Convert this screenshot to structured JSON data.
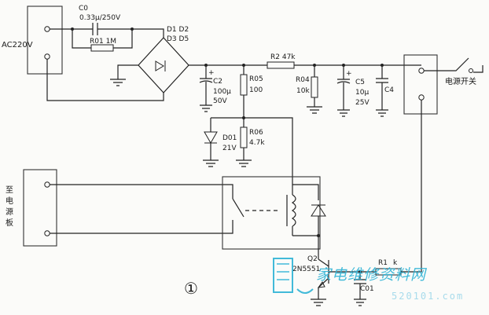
{
  "labels": {
    "ac_input": "AC220V",
    "c0_name": "C0",
    "c0_value": "0.33μ/250V",
    "r01": "R01 1M",
    "d1d2": "D1 D2",
    "d3d5": "D3 D5",
    "c2_name": "C2",
    "c2_value": "100μ",
    "c2_voltage": "50V",
    "r2": "R2 47k",
    "r05_name": "R05",
    "r05_value": "100",
    "r04_name": "R04",
    "r04_value": "10k",
    "c5_name": "C5",
    "c5_value": "10μ",
    "c5_voltage": "25V",
    "c4": "C4",
    "power_switch": "电源开关",
    "d01_name": "D01",
    "d01_value": "21V",
    "r06_name": "R06",
    "r06_value": "4.7k",
    "to_power_board": [
      "至",
      "电",
      "源",
      "板"
    ],
    "q2_name": "Q2",
    "q2_type": "2N5551",
    "r1": "R1",
    "r1_value": "k",
    "c01": "C01",
    "figure_number": "①"
  },
  "watermark": {
    "text": "家电维修资料网",
    "url": "520101.com",
    "color": "#2fb3d6"
  }
}
